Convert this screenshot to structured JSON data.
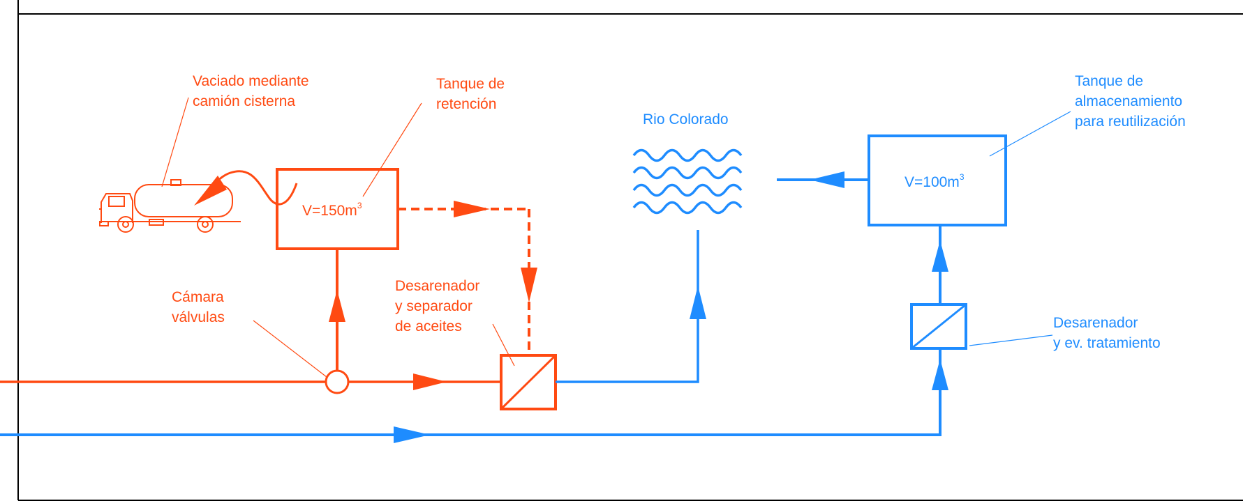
{
  "colors": {
    "orange": "#ff4a12",
    "blue": "#1e8cff",
    "frame": "#000000"
  },
  "labels": {
    "truck": [
      "Vaciado mediante",
      "camión cisterna"
    ],
    "retention_tank": [
      "Tanque de",
      "retención"
    ],
    "river": "Rio Colorado",
    "storage_tank": [
      "Tanque de",
      "almacenamiento",
      "para reutilización"
    ],
    "valve_chamber": [
      "Cámara",
      "válvulas"
    ],
    "sand_trap_oil": [
      "Desarenador",
      "y separador",
      "de aceites"
    ],
    "sand_trap_treatment": [
      "Desarenador",
      "y ev. tratamiento"
    ]
  },
  "tanks": {
    "retention": {
      "volume_prefix": "V=150m",
      "volume_exp": "3"
    },
    "storage": {
      "volume_prefix": "V=100m",
      "volume_exp": "3"
    }
  },
  "icons": [
    "tanker-truck-icon",
    "river-waves-icon",
    "valve-icon",
    "filter-separator-icon"
  ]
}
